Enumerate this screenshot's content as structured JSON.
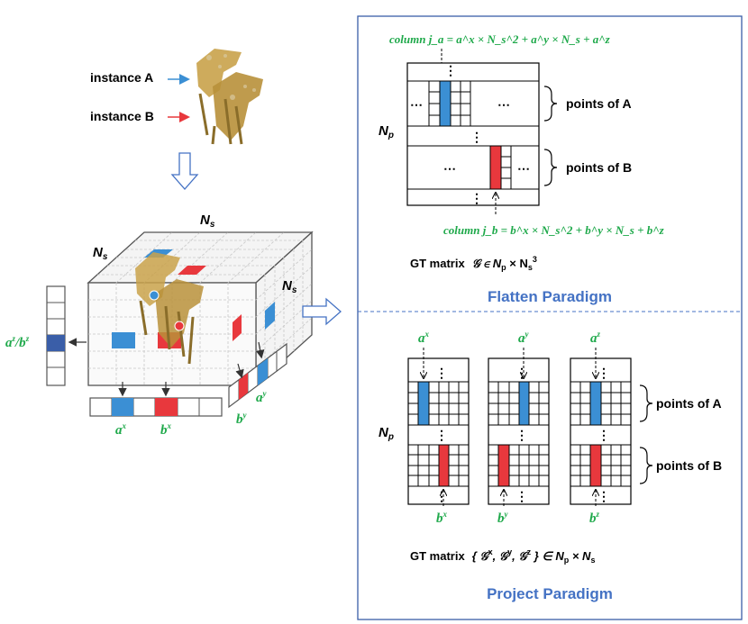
{
  "left": {
    "instance_a": "instance A",
    "instance_b": "instance B",
    "ns_top": "N",
    "ns_left": "N",
    "ns_right": "N",
    "ns_sub": "s",
    "az_bz": "a",
    "az_sup": "z",
    "bz_b": "/b",
    "bz_sup": "z",
    "ax": "a",
    "ax_sup": "x",
    "bx": "b",
    "bx_sup": "x",
    "ay": "a",
    "ay_sup": "y",
    "by": "b",
    "by_sup": "y"
  },
  "flatten": {
    "col_a": "column j",
    "col_a_sub": "a",
    "col_a_eq": " = a",
    "col_a_rest": " × N",
    "col_b": "column j",
    "col_b_sub": "b",
    "formula_a": "column j_a = a^x × N_s^2 + a^y × N_s + a^z",
    "formula_b": "column j_b = b^x × N_s^2 + b^y × N_s + b^z",
    "np": "N",
    "np_sub": "p",
    "points_a": "points of A",
    "points_b": "points of B",
    "gt": "GT matrix",
    "gt_math": "𝒢 ∈ N",
    "gt_p": "p",
    "gt_times": " × N",
    "gt_s": "s",
    "gt_3": "3",
    "title": "Flatten Paradigm"
  },
  "project": {
    "ax": "a",
    "ax_sup": "x",
    "ay": "a",
    "ay_sup": "y",
    "az": "a",
    "az_sup": "z",
    "bx": "b",
    "bx_sup": "x",
    "by": "b",
    "by_sup": "y",
    "bz": "b",
    "bz_sup": "z",
    "np": "N",
    "np_sub": "p",
    "points_a": "points of A",
    "points_b": "points of B",
    "gt": "GT matrix",
    "gt_math": "{ 𝒢",
    "gt_x": "x",
    "gt_c1": ", 𝒢",
    "gt_y": "y",
    "gt_c2": ", 𝒢",
    "gt_z": "z",
    "gt_end": " } ∈ N",
    "gt_p": "p",
    "gt_times": " × N",
    "gt_s": "s",
    "title": "Project Paradigm"
  },
  "dots": "⋯",
  "vdots": "⋮",
  "colors": {
    "blue": "#3b8fd4",
    "red": "#e8383d",
    "green": "#1fa94b",
    "title_blue": "#4472c4",
    "dark_blue": "#3a5ea8"
  }
}
